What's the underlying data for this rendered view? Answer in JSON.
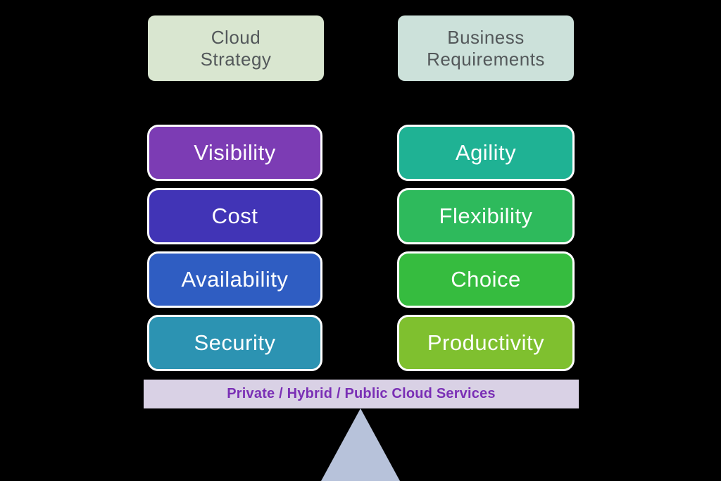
{
  "diagram": {
    "background": "#000000",
    "headers": [
      {
        "label": "Cloud Strategy",
        "bg": "#d9e6d0",
        "color": "#53585a"
      },
      {
        "label": "Business Requirements",
        "bg": "#cce1da",
        "color": "#53585a"
      }
    ],
    "left_items": [
      {
        "label": "Visibility",
        "bg": "#7c3cb4"
      },
      {
        "label": "Cost",
        "bg": "#4134b6"
      },
      {
        "label": "Availability",
        "bg": "#2f5dc2"
      },
      {
        "label": "Security",
        "bg": "#2c93b2"
      }
    ],
    "right_items": [
      {
        "label": "Agility",
        "bg": "#1fb294"
      },
      {
        "label": "Flexibility",
        "bg": "#2eba5c"
      },
      {
        "label": "Choice",
        "bg": "#36bc3f"
      },
      {
        "label": "Productivity",
        "bg": "#7fc02f"
      }
    ],
    "base_bar": {
      "label": "Private / Hybrid / Public Cloud Services",
      "bg": "#d9d1e5",
      "color": "#7a2fb5"
    },
    "fulcrum_color": "#b7c2da",
    "box_text_color": "#ffffff"
  }
}
